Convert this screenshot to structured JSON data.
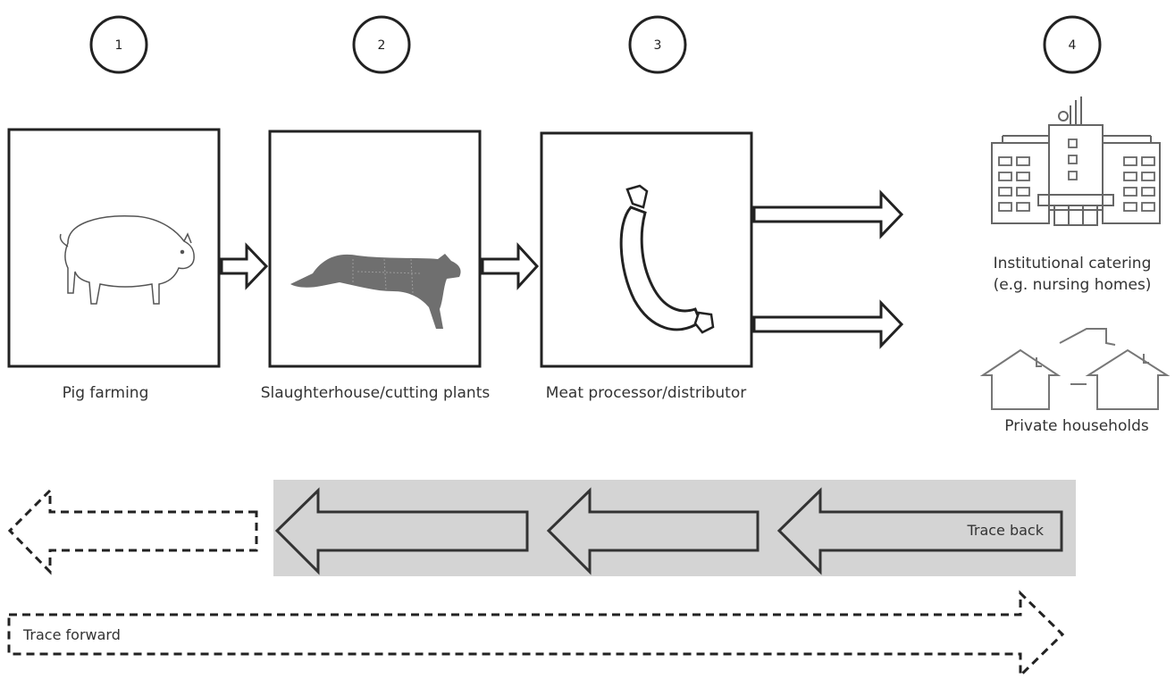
{
  "steps": [
    {
      "number": "1",
      "label": "Pig farming",
      "icon": "pig-icon"
    },
    {
      "number": "2",
      "label": "Slaughterhouse/cutting plants",
      "icon": "pig-carcass-icon"
    },
    {
      "number": "3",
      "label": "Meat processor/distributor",
      "icon": "sausage-icon"
    },
    {
      "number": "4",
      "icon": "building-icon"
    }
  ],
  "destinations": {
    "catering_line1": "Institutional catering",
    "catering_line2": "(e.g. nursing homes)",
    "households": "Private households"
  },
  "trace": {
    "back_label": "Trace back",
    "forward_label": "Trace forward"
  },
  "colors": {
    "trace_band": "#d4d4d4",
    "stroke": "#222222"
  }
}
